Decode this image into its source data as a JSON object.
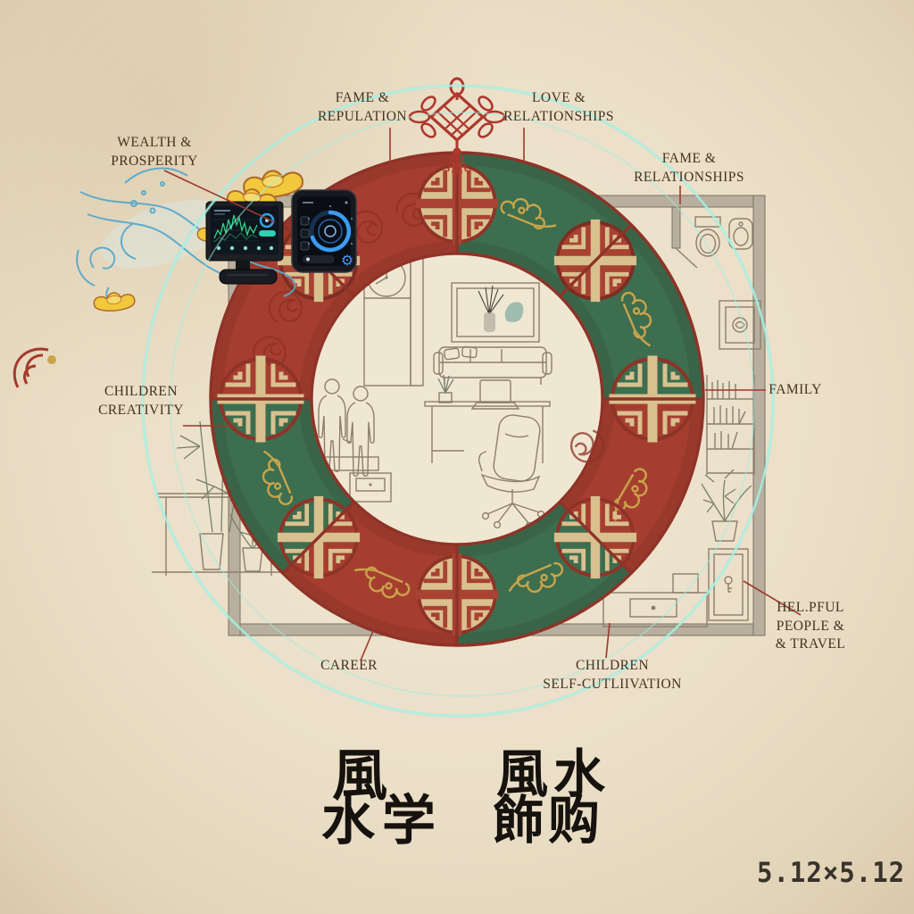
{
  "artwork": {
    "title": "Feng shui bagua ring over an office floor plan",
    "dimension_label": "5.12×5.12",
    "labels": {
      "fame_reputation": "FAME &\nREPULATION",
      "love_relationships": "LOVE &\nRELATIONSHIPS",
      "wealth_prosperity": "WEALTH &\nPROSPERITY",
      "fame_relationships": "FAME &\nRELATIONSHIPS",
      "family": "FAMILY",
      "children_creativity": "CHILDREN\nCREATIVITY",
      "career": "CAREER",
      "children_self_cultivation": "CHILDREN\nSELF-CUTLIIVATION",
      "helpful_people_travel": "HEL.PFUL\nPEOPLE &\n& TRAVEL"
    },
    "calligraphy": {
      "left_line1": "風",
      "left_line2": "水学",
      "right_line1": "風水",
      "right_line2": "飾购"
    },
    "bagua_ring": {
      "segment_colors": {
        "red": "#a63e30",
        "green": "#3c6e4f"
      },
      "medallion_angles_deg": [
        0,
        45,
        90,
        135,
        180,
        225,
        270,
        315
      ],
      "arcs": [
        {
          "from_deg": 0,
          "to_deg": 90,
          "color": "green"
        },
        {
          "from_deg": 90,
          "to_deg": 135,
          "color": "red"
        },
        {
          "from_deg": 135,
          "to_deg": 180,
          "color": "green"
        },
        {
          "from_deg": 180,
          "to_deg": 225,
          "color": "red"
        },
        {
          "from_deg": 225,
          "to_deg": 270,
          "color": "green"
        },
        {
          "from_deg": 270,
          "to_deg": 360,
          "color": "red"
        }
      ]
    },
    "icons": {
      "monitor_screen": "line-chart",
      "tablet_screen": "circular-gauge",
      "tablet_gear_icon": "⚙",
      "chinese_knot": "knot-with-tassel",
      "gold_ingots": "yuanbao",
      "water_wave": "wave-swirl"
    },
    "colors": {
      "paper": "#ebdfc8",
      "ring_red": "#a63e30",
      "ring_green": "#3c6e4f",
      "medallion_tan": "#d9c08f",
      "ring_border_red": "#8e3328",
      "cyan_glow": "#8becdd",
      "gold_motif": "#c9a44a",
      "label_ink": "#46321f",
      "calligraphy_ink": "#16120d",
      "water_blue": "#5aa9cb",
      "ingot_gold": "#f2c83d",
      "device_screen": "#0d141c",
      "device_blue": "#3b9bf0",
      "device_teal": "#2fd0b0",
      "chart_green": "#35d287"
    }
  }
}
